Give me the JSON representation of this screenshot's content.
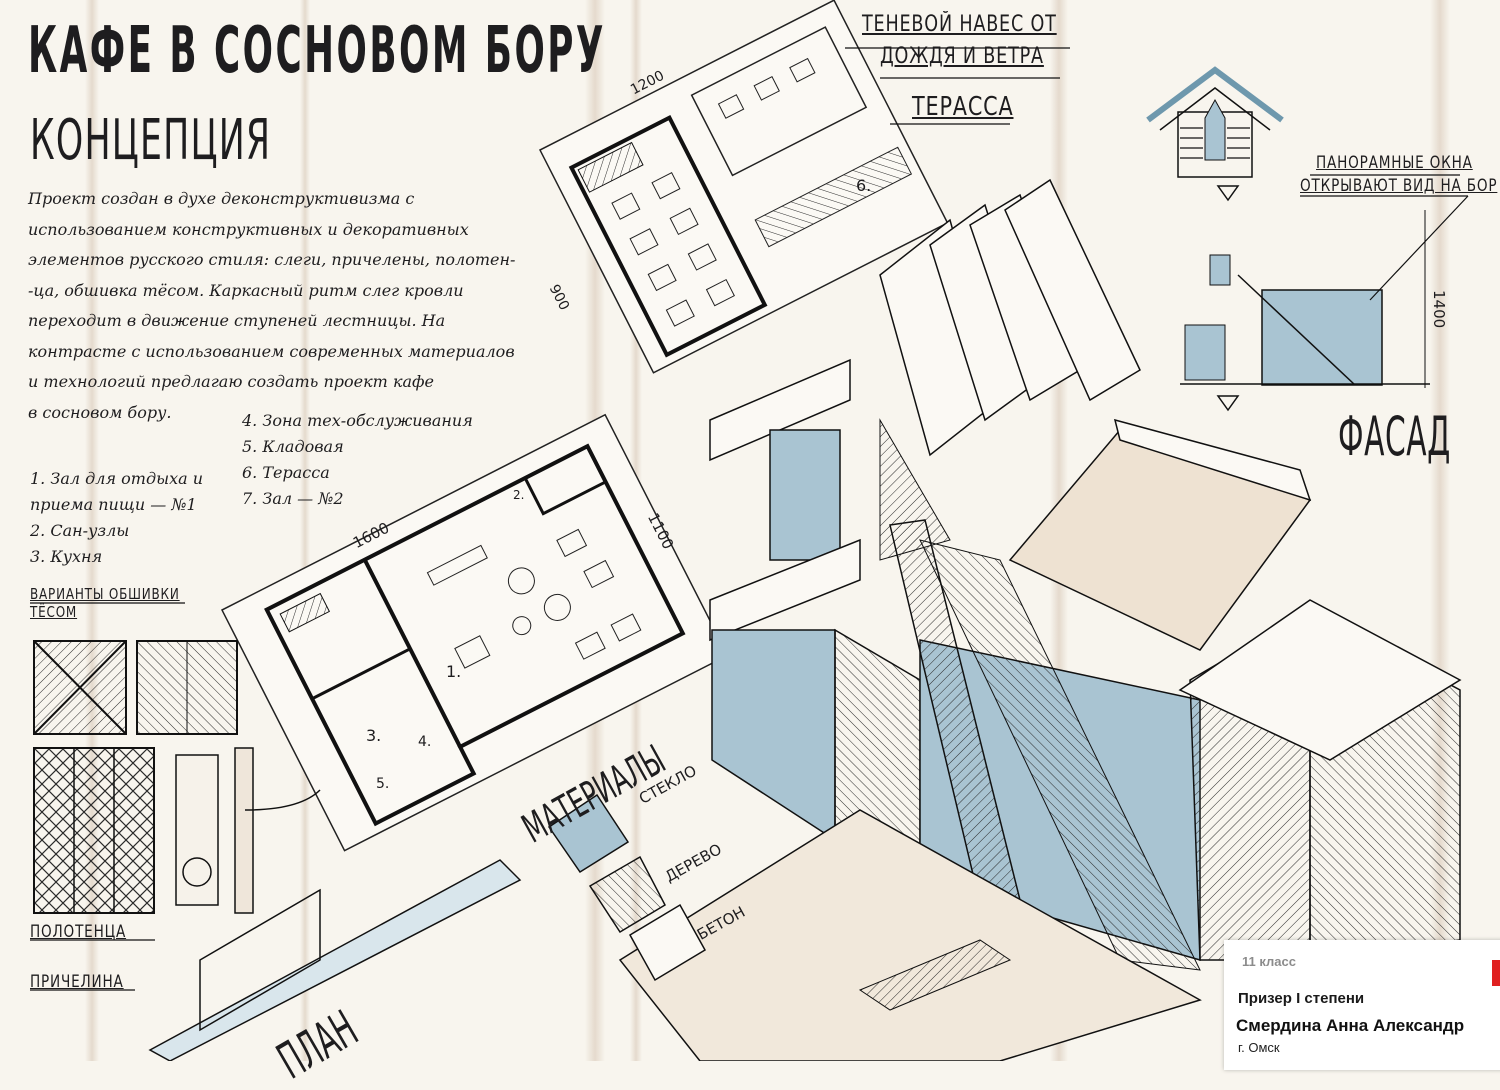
{
  "poster": {
    "title": "КАФЕ В СОСНОВОМ БОРУ",
    "subtitle": "КОНЦЕПЦИЯ",
    "concept_lines": [
      "Проект создан в духе деконструктивизма с",
      "использованием конструктивных и декоративных",
      "элементов русского стиля: слеги, причелены, полотен-",
      "-ца, обшивка тёсом. Каркасный ритм слег кровли",
      "переходит в движение ступеней лестницы. На",
      "контрасте с использованием современных материалов",
      "и технологий предлагаю создать проект кафе",
      "в сосновом бору."
    ],
    "legend_left": [
      "1. Зал для отдыха и",
      "приема пищи — №1",
      "2. Сан-узлы",
      "3. Кухня"
    ],
    "legend_right": [
      "4. Зона тех-обслуживания",
      "5. Кладовая",
      "6. Терасса",
      "7. Зал — №2"
    ],
    "labels": {
      "cladding": "ВАРИАНТЫ ОБШИВКИ ТЁСОМ",
      "towels": "ПОЛОТЕНЦА",
      "bargeboard": "ПРИЧЕЛИНА",
      "canopy_line1": "ТЕНЕВОЙ НАВЕС ОТ",
      "canopy_line2": "ДОЖДЯ И ВЕТРА",
      "terrace": "ТЕРАССА",
      "windows_line1": "ПАНОРАМНЫЕ ОКНА",
      "windows_line2": "ОТКРЫВАЮТ ВИД НА БОР",
      "facade": "ФАСАД",
      "materials": "МАТЕРИАЛЫ",
      "glass": "СТЕКЛО",
      "wood": "ДЕРЕВО",
      "concrete": "БЕТОН",
      "plan": "ПЛАН"
    },
    "dimensions": {
      "upper_plan_width": "1200",
      "upper_plan_depth": "900",
      "lower_plan_width": "1600",
      "lower_plan_depth": "1100",
      "facade_height": "1400"
    },
    "plan_rooms": [
      "1.",
      "2.",
      "3.",
      "4.",
      "5.",
      "6."
    ],
    "colors": {
      "paper": "#f8f5ee",
      "ink": "#1e1d1f",
      "glass_blue": "#a9c4d2",
      "wood_tint": "#e8dccb",
      "trunk_brown": "#cdb9a5",
      "badge_red": "#e02020"
    }
  },
  "badge": {
    "grade": "11 класс",
    "award": "Призер I степени",
    "name": "Смердина Анна Александр",
    "city": "г. Омск"
  }
}
